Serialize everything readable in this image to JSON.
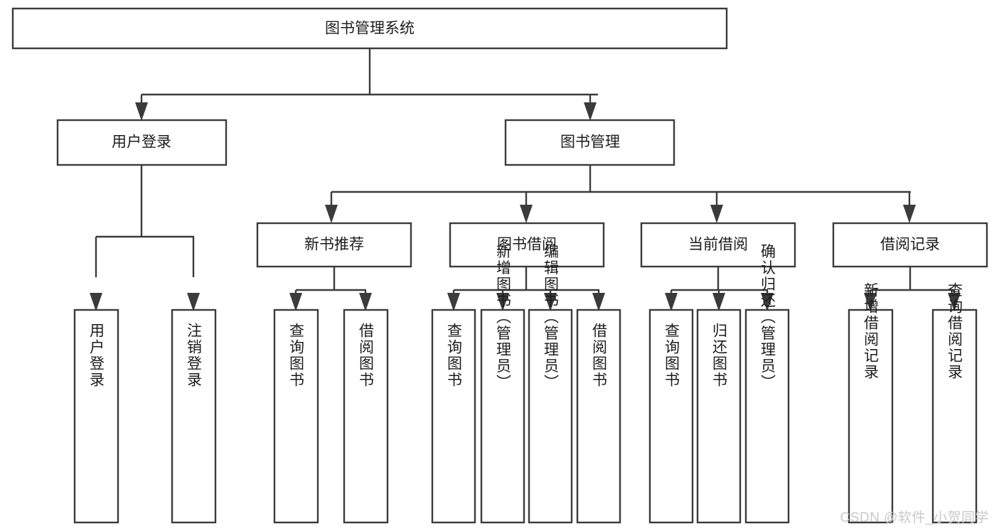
{
  "diagram": {
    "type": "tree-hierarchy",
    "title": "图书管理系统",
    "watermark": "CSDN @软件_小贺同学",
    "colors": {
      "box_stroke": "#3b3b3b",
      "box_fill": "#ffffff",
      "text": "#1c1c1c",
      "background": "#ffffff",
      "watermark": "#c9c9c9"
    },
    "root": {
      "label": "图书管理系统",
      "orientation": "horizontal"
    },
    "level2": [
      {
        "label": "用户登录",
        "orientation": "horizontal"
      },
      {
        "label": "图书管理",
        "orientation": "horizontal"
      }
    ],
    "level3": [
      {
        "label": "新书推荐",
        "orientation": "horizontal"
      },
      {
        "label": "图书借阅",
        "orientation": "horizontal"
      },
      {
        "label": "当前借阅",
        "orientation": "horizontal"
      },
      {
        "label": "借阅记录",
        "orientation": "horizontal"
      }
    ],
    "leaves": {
      "user_login": [
        {
          "label": "用户登录",
          "orientation": "vertical"
        },
        {
          "label": "注销登录",
          "orientation": "vertical"
        }
      ],
      "new_book_recommend": [
        {
          "label": "查询图书",
          "orientation": "vertical"
        },
        {
          "label": "借阅图书",
          "orientation": "vertical"
        }
      ],
      "book_borrow": [
        {
          "label": "查询图书",
          "orientation": "vertical"
        },
        {
          "label": "新增图书（管理员）",
          "orientation": "vertical"
        },
        {
          "label": "编辑图书（管理员）",
          "orientation": "vertical"
        },
        {
          "label": "借阅图书",
          "orientation": "vertical"
        }
      ],
      "current_borrow": [
        {
          "label": "查询图书",
          "orientation": "vertical"
        },
        {
          "label": "归还图书",
          "orientation": "vertical"
        },
        {
          "label": "确认归还（管理员）",
          "orientation": "vertical"
        }
      ],
      "borrow_record": [
        {
          "label": "新增借阅记录",
          "orientation": "vertical"
        },
        {
          "label": "查询借阅记录",
          "orientation": "vertical"
        }
      ]
    }
  }
}
